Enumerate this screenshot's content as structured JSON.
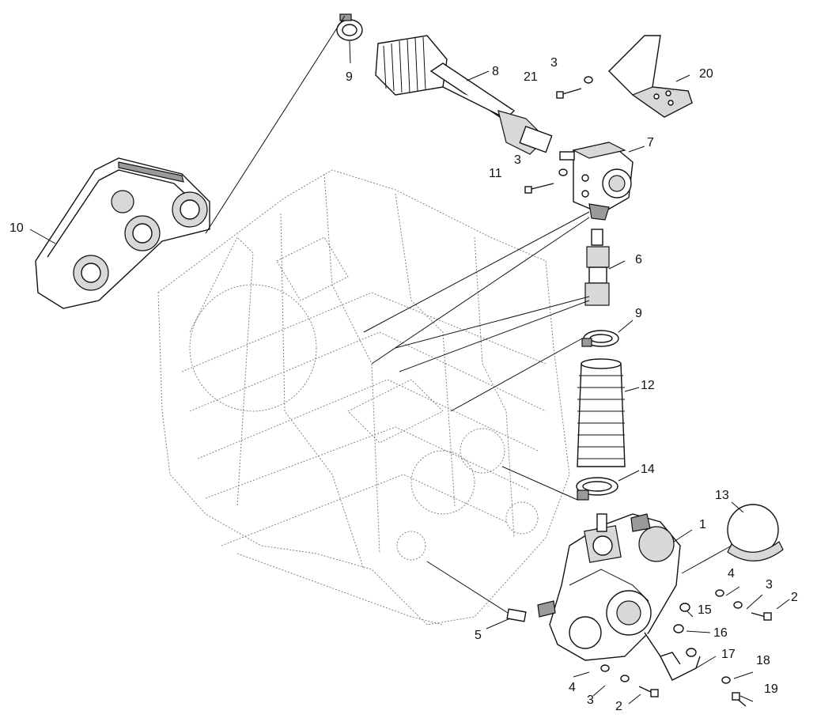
{
  "callouts": [
    {
      "id": "c9a",
      "text": "9"
    },
    {
      "id": "c8",
      "text": "8"
    },
    {
      "id": "c3a",
      "text": "3"
    },
    {
      "id": "c21",
      "text": "21"
    },
    {
      "id": "c20",
      "text": "20"
    },
    {
      "id": "c7",
      "text": "7"
    },
    {
      "id": "c3b",
      "text": "3"
    },
    {
      "id": "c11",
      "text": "11"
    },
    {
      "id": "c10",
      "text": "10"
    },
    {
      "id": "c6",
      "text": "6"
    },
    {
      "id": "c9b",
      "text": "9"
    },
    {
      "id": "c12",
      "text": "12"
    },
    {
      "id": "c14",
      "text": "14"
    },
    {
      "id": "c13",
      "text": "13"
    },
    {
      "id": "c1",
      "text": "1"
    },
    {
      "id": "c4a",
      "text": "4"
    },
    {
      "id": "c3c",
      "text": "3"
    },
    {
      "id": "c2a",
      "text": "2"
    },
    {
      "id": "c15",
      "text": "15"
    },
    {
      "id": "c16",
      "text": "16"
    },
    {
      "id": "c5",
      "text": "5"
    },
    {
      "id": "c17",
      "text": "17"
    },
    {
      "id": "c18",
      "text": "18"
    },
    {
      "id": "c4b",
      "text": "4"
    },
    {
      "id": "c3d",
      "text": "3"
    },
    {
      "id": "c2b",
      "text": "2"
    },
    {
      "id": "c19",
      "text": "19"
    }
  ]
}
